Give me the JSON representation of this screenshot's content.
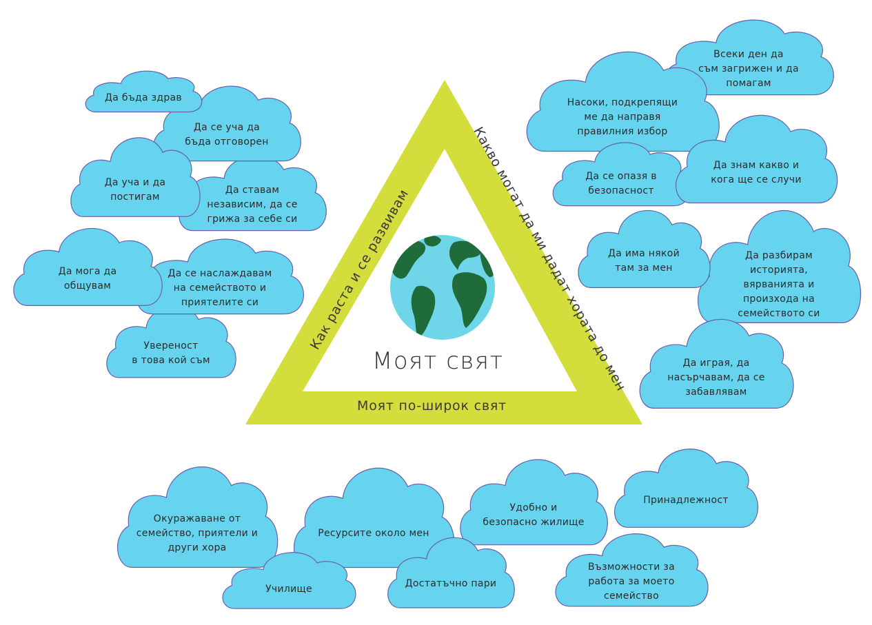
{
  "center": {
    "title": "Моят свят",
    "bottom": "Моят по-широк свят",
    "left": "Как раста и се развивам",
    "right": "Какво могат да ми дадат хората до мен"
  },
  "colors": {
    "cloud_fill": "#66d4ee",
    "cloud_stroke": "#6a5fa8",
    "triangle": "#d3dd3c",
    "globe_ocean": "#6fd6ea",
    "globe_land": "#1f6b3a"
  },
  "clouds": {
    "zdrav": "Да бъда здрав",
    "otvoren": "Да се уча да\nбъда отговорен",
    "uchat": "Да уча и да\nпостигам",
    "nezavisim": "Да ставам\nнезависим, да се\nгрижа за себе си",
    "obshtuvam": "Да мога да\nобщувам",
    "naslazhdavam": "Да се наслаждавам\nна семейството и\nприятелите си",
    "uverenost": "Увереност\nв това кой съм",
    "vseki_den": "Всеки ден да\nсъм загрижен и да\nпомагам",
    "nasoki": "Насоки, подкрепящи\nме да направя\nправилния избор",
    "opazya": "Да се опазя в\nбезопасност",
    "znam": "Да знам какво и\nкога ще се случи",
    "nyakoi": "Да има някой\nтам за мен",
    "razbiram": "Да разбирам\nисторията,\nвярванията и\nпроизхода на\nсемейството си",
    "igraya": "Да играя, да\nнасърчавам, да се\nзабавлявам",
    "okurazhavane": "Окуражаване от\nсемейство, приятели и\nдруги хора",
    "resursi": "Ресурсите около мен",
    "zhilishte": "Удобно и\nбезопасно жилище",
    "prinadlezhnost": "Принадлежност",
    "uchilishte": "Училище",
    "pari": "Достатъчно пари",
    "vazmozhnosti": "Възможности за\nработа за моето\nсемейство"
  }
}
